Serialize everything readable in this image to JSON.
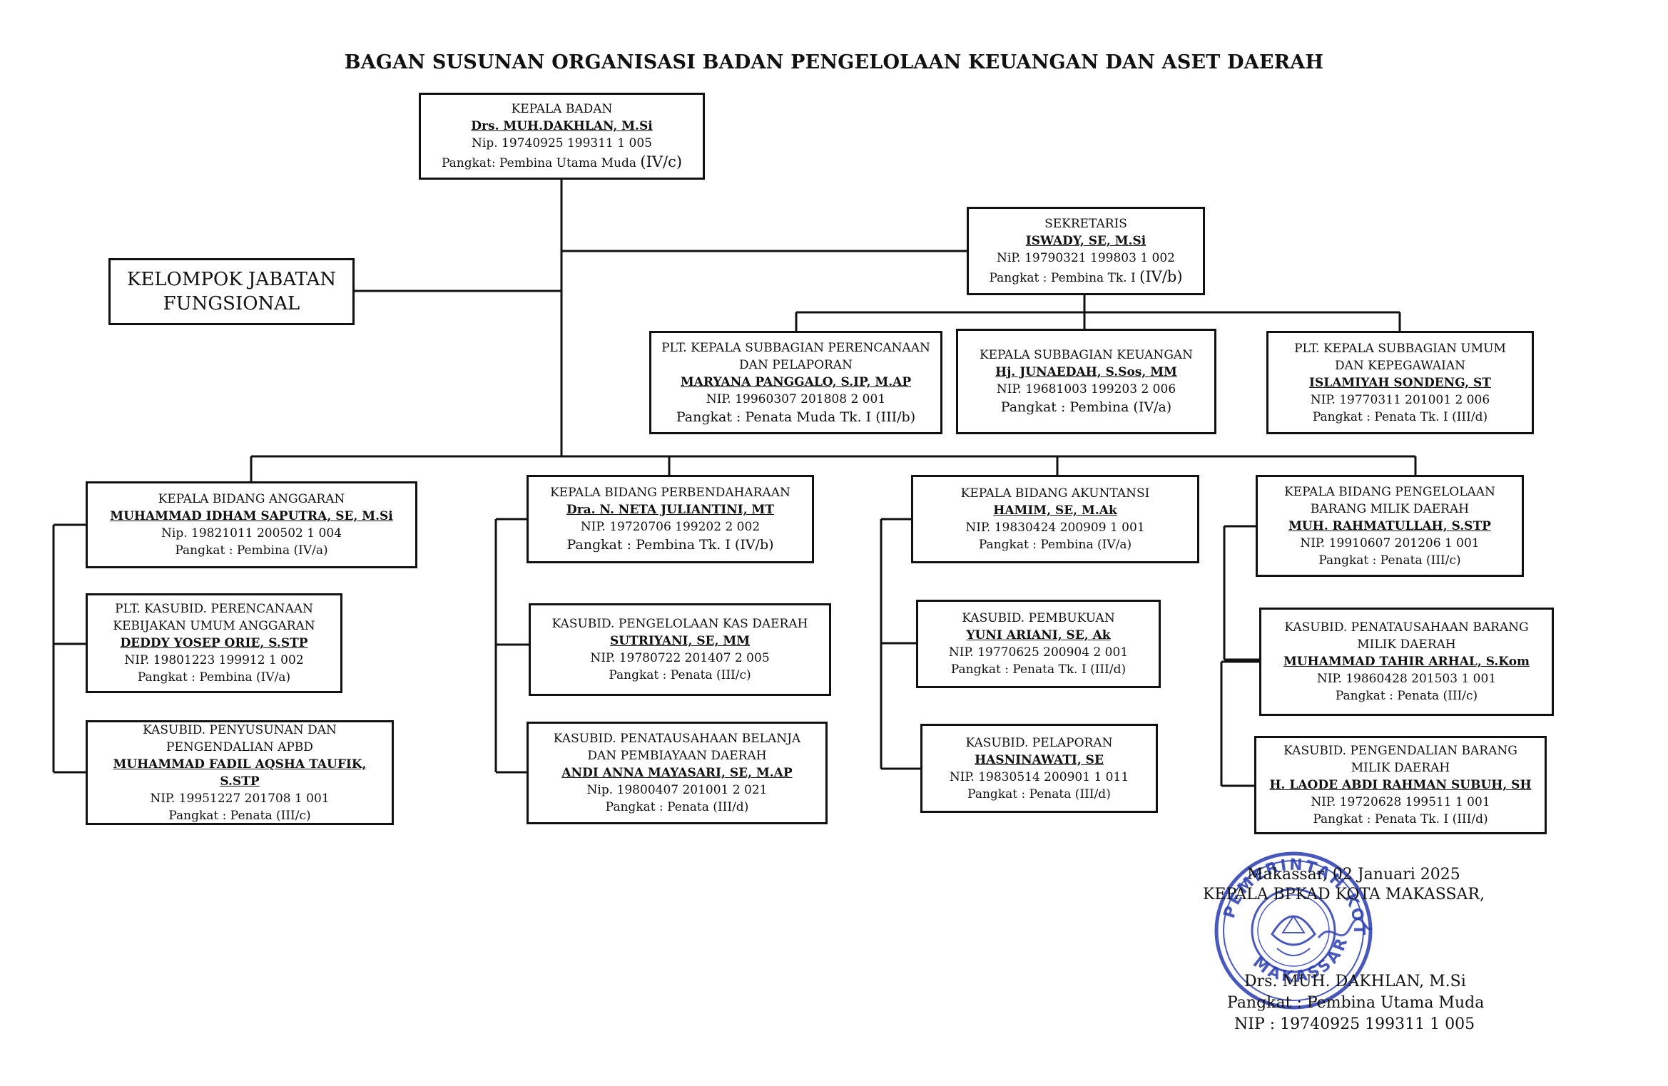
{
  "title": "BAGAN SUSUNAN ORGANISASI BADAN PENGELOLAAN KEUANGAN DAN ASET DAERAH",
  "kepala": {
    "role": "KEPALA BADAN",
    "name": "Drs. MUH.DAKHLAN, M.Si",
    "nip": "Nip. 19740925 199311 1 005",
    "pangkat": "Pangkat: Pembina Utama Muda",
    "golongan": "(IV/c)"
  },
  "fungsional": {
    "label": "KELOMPOK JABATAN\nFUNGSIONAL"
  },
  "sekretaris": {
    "role": "SEKRETARIS",
    "name": "ISWADY, SE, M.Si",
    "nip": "NiP. 19790321 199803 1 002",
    "pangkat": "Pangkat : Pembina Tk. I",
    "golongan": "(IV/b)"
  },
  "subbagian": [
    {
      "role": "PLT. KEPALA SUBBAGIAN PERENCANAAN\nDAN PELAPORAN",
      "name": "MARYANA PANGGALO, S.IP, M.AP",
      "nip": "NIP. 19960307 201808 2 001",
      "pangkat": "Pangkat : Penata Muda Tk. I (III/b)"
    },
    {
      "role": "KEPALA SUBBAGIAN KEUANGAN",
      "name": "Hj. JUNAEDAH, S.Sos, MM",
      "nip": "NIP. 19681003 199203 2 006",
      "pangkat": "Pangkat : Pembina (IV/a)"
    },
    {
      "role": "PLT. KEPALA SUBBAGIAN UMUM\nDAN KEPEGAWAIAN",
      "name": "ISLAMIYAH SONDENG, ST",
      "nip": "NIP. 19770311 201001 2 006",
      "pangkat": "Pangkat : Penata Tk. I (III/d)"
    }
  ],
  "bidang": [
    {
      "head": {
        "role": "KEPALA BIDANG ANGGARAN",
        "name": "MUHAMMAD IDHAM SAPUTRA, SE, M.Si",
        "nip": "Nip. 19821011 200502 1 004",
        "pangkat": "Pangkat : Pembina (IV/a)"
      },
      "subs": [
        {
          "role": "PLT. KASUBID. PERENCANAAN\nKEBIJAKAN UMUM ANGGARAN",
          "name": "DEDDY YOSEP ORIE, S.STP",
          "nip": "NIP. 19801223 199912 1 002",
          "pangkat": "Pangkat : Pembina (IV/a)"
        },
        {
          "role": "KASUBID. PENYUSUNAN DAN\nPENGENDALIAN APBD",
          "name": "MUHAMMAD FADIL AQSHA TAUFIK, S.STP",
          "nip": "NIP. 19951227 201708 1 001",
          "pangkat": "Pangkat : Penata (III/c)"
        }
      ]
    },
    {
      "head": {
        "role": "KEPALA BIDANG PERBENDAHARAAN",
        "name": "Dra. N. NETA JULIANTINI, MT",
        "nip": "NIP. 19720706 199202 2 002",
        "pangkat": "Pangkat : Pembina Tk. I (IV/b)"
      },
      "subs": [
        {
          "role": "KASUBID. PENGELOLAAN KAS DAERAH",
          "name": "SUTRIYANI, SE, MM",
          "nip": "NIP. 19780722 201407 2 005",
          "pangkat": "Pangkat : Penata (III/c)"
        },
        {
          "role": "KASUBID. PENATAUSAHAAN BELANJA\nDAN PEMBIAYAAN DAERAH",
          "name": "ANDI ANNA MAYASARI, SE, M.AP",
          "nip": "Nip. 19800407 201001 2 021",
          "pangkat": "Pangkat : Penata (III/d)"
        }
      ]
    },
    {
      "head": {
        "role": "KEPALA BIDANG AKUNTANSI",
        "name": "HAMIM, SE, M.Ak",
        "nip": "NIP. 19830424 200909 1 001",
        "pangkat": "Pangkat : Pembina (IV/a)"
      },
      "subs": [
        {
          "role": "KASUBID. PEMBUKUAN",
          "name": "YUNI ARIANI, SE, Ak",
          "nip": "NIP. 19770625 200904 2 001",
          "pangkat": "Pangkat : Penata Tk. I (III/d)"
        },
        {
          "role": "KASUBID. PELAPORAN",
          "name": "HASNINAWATI, SE",
          "nip": "NIP. 19830514 200901 1 011",
          "pangkat": "Pangkat : Penata (III/d)"
        }
      ]
    },
    {
      "head": {
        "role": "KEPALA BIDANG PENGELOLAAN\nBARANG MILIK DAERAH",
        "name": "MUH. RAHMATULLAH, S.STP",
        "nip": "NIP. 19910607 201206 1 001",
        "pangkat": "Pangkat : Penata (III/c)"
      },
      "subs": [
        {
          "role": "KASUBID. PENATAUSAHAAN BARANG\nMILIK DAERAH",
          "name": "MUHAMMAD TAHIR ARHAL, S.Kom",
          "nip": "NIP. 19860428 201503 1 001",
          "pangkat": "Pangkat : Penata (III/c)"
        },
        {
          "role": "KASUBID. PENGENDALIAN BARANG\nMILIK DAERAH",
          "name": "H. LAODE ABDI RAHMAN SUBUH, SH",
          "nip": "NIP. 19720628 199511 1 001",
          "pangkat": "Pangkat : Penata Tk. I (III/d)"
        }
      ]
    }
  ],
  "signature": {
    "place_date": "Makassar, 02 Januari 2025",
    "office": "KEPALA BPKAD KOTA MAKASSAR,",
    "name": "Drs. MUH. DAKHLAN, M.Si",
    "pangkat": "Pangkat : Pembina Utama Muda",
    "nip": "NIP : 19740925 199311 1 005"
  },
  "stamp": {
    "text": "PEMERINTAH KOTA MAKASSAR",
    "color": "#2a3bb0"
  },
  "colors": {
    "line": "#111111",
    "stamp": "#2a3bb0"
  }
}
